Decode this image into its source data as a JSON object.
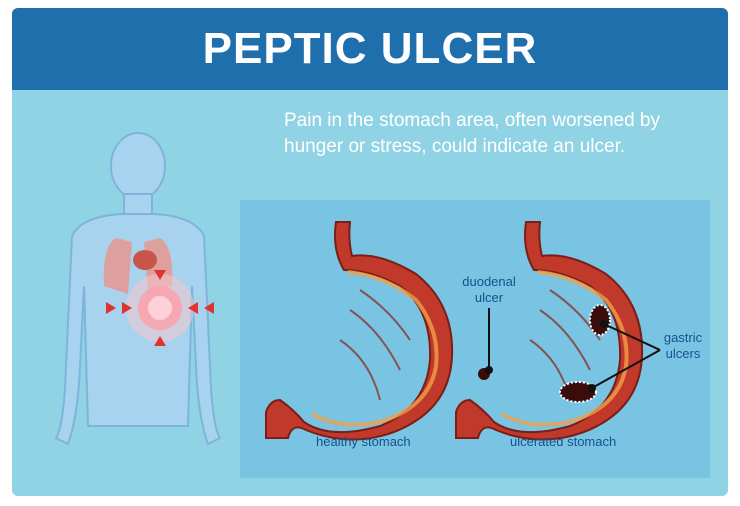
{
  "title": "PEPTIC ULCER",
  "description": "Pain in the stomach area, often worsened by hunger or stress, could indicate an ulcer.",
  "labels": {
    "healthy": "healthy stomach",
    "ulcerated": "ulcerated stomach",
    "duodenal_1": "duodenal",
    "duodenal_2": "ulcer",
    "gastric_1": "gastric",
    "gastric_2": "ulcers"
  },
  "colors": {
    "header": "#1f6fac",
    "background": "#8fd3e4",
    "panel": "#78c4e2",
    "stomach": "#c0392b",
    "label_text": "#1b4f8f"
  }
}
